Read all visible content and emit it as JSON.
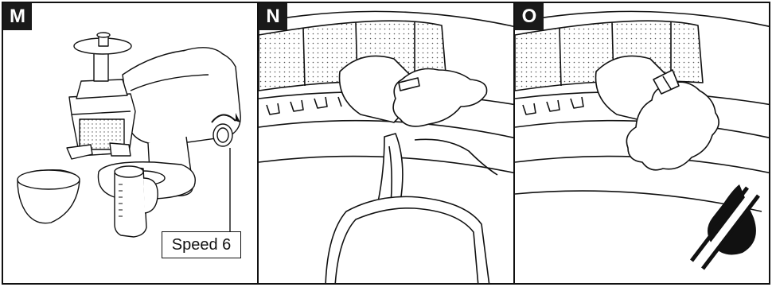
{
  "panels": [
    {
      "label": "M"
    },
    {
      "label": "N"
    },
    {
      "label": "O"
    }
  ],
  "speed_label": "Speed 6",
  "icons": {
    "no_drip": "no-drip-icon"
  }
}
